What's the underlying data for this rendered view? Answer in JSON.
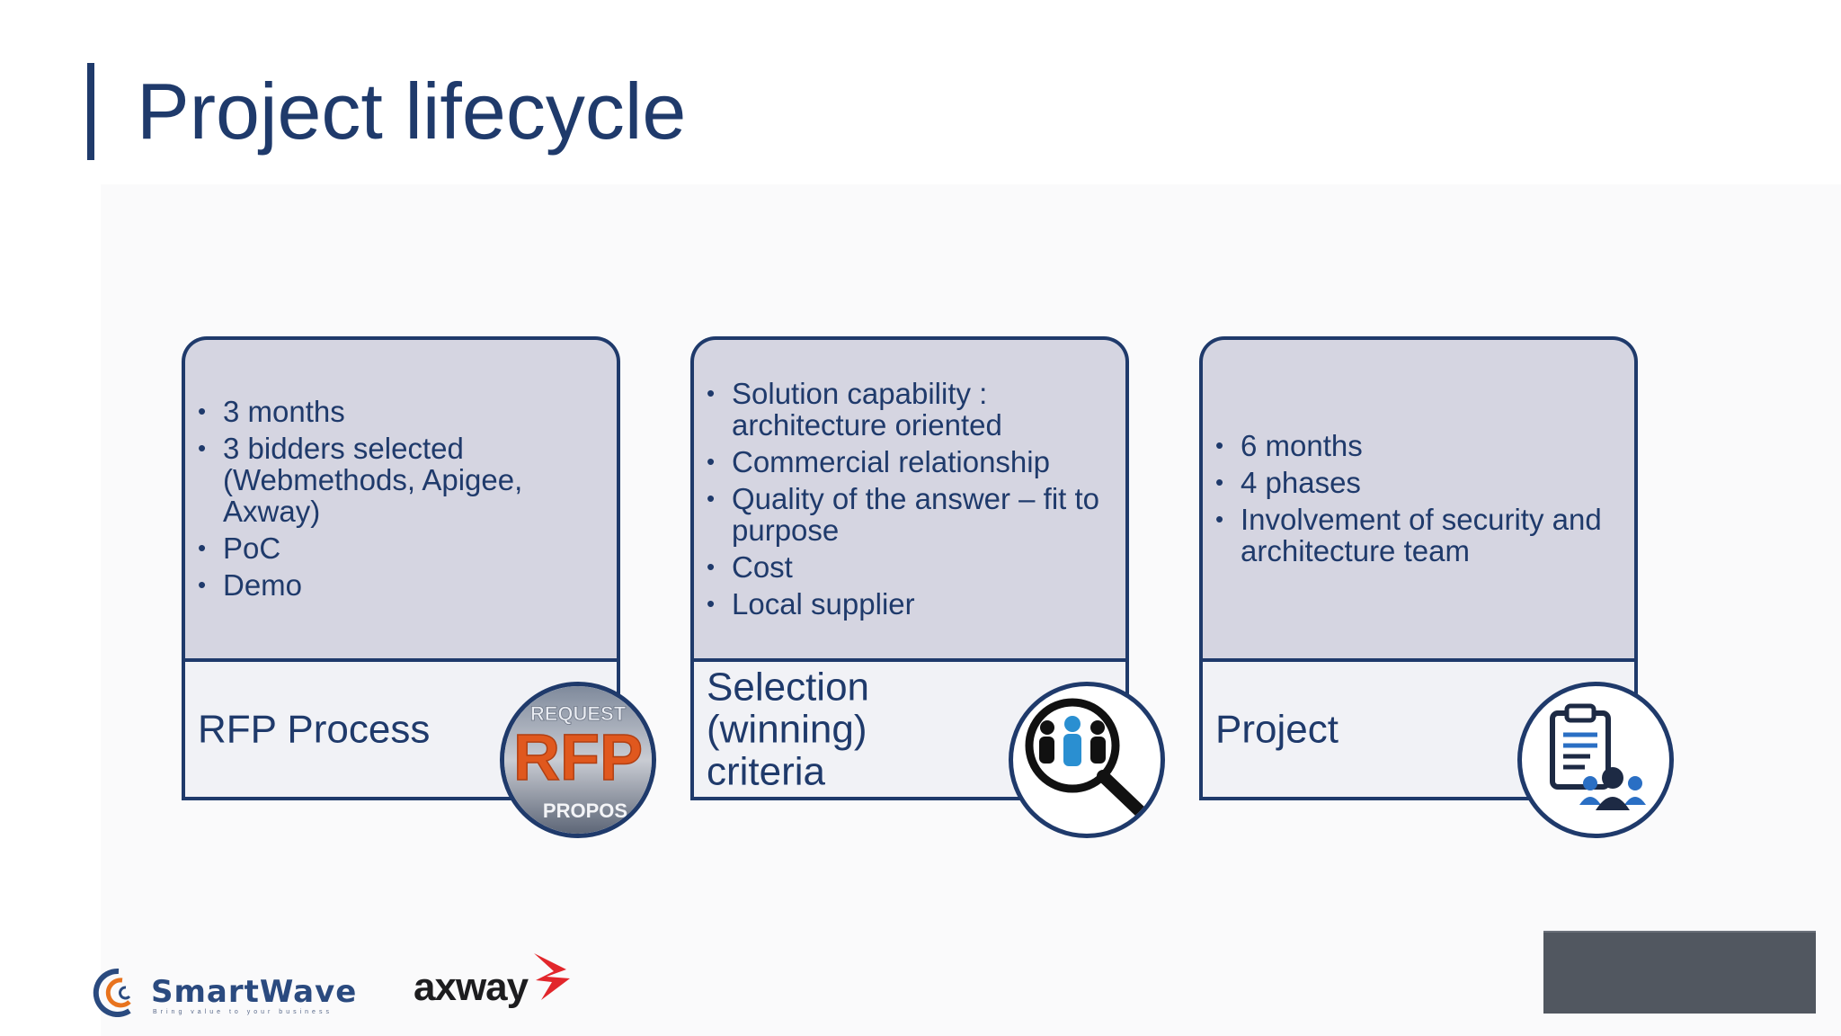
{
  "slide": {
    "title": "Project lifecycle"
  },
  "cards": [
    {
      "label": "RFP Process",
      "bullets": [
        "3 months",
        "3 bidders selected (Webmethods, Apigee, Axway)",
        "PoC",
        "Demo"
      ],
      "icon": "rfp-request-icon",
      "icon_text_top": "REQUEST",
      "icon_text_main": "RFP",
      "icon_text_bottom": "PROPOS"
    },
    {
      "label": "Selection (winning) criteria",
      "bullets": [
        "Solution capability : architecture oriented",
        "Commercial relationship",
        "Quality of the answer – fit to purpose",
        "Cost",
        "Local supplier"
      ],
      "icon": "people-magnifier-icon"
    },
    {
      "label": "Project",
      "bullets": [
        "6 months",
        "4 phases",
        "Involvement of security and architecture team"
      ],
      "icon": "clipboard-team-icon"
    }
  ],
  "footer": {
    "logo_smartwave": "SmartWave",
    "logo_smartwave_tagline": "Bring value to your business",
    "logo_axway": "axway"
  },
  "colors": {
    "primary": "#1f3a6b",
    "card_top": "#d5d5e1",
    "card_bottom": "#f1f2f6",
    "rfp_orange": "#e0581e",
    "footer_box": "#515760"
  }
}
